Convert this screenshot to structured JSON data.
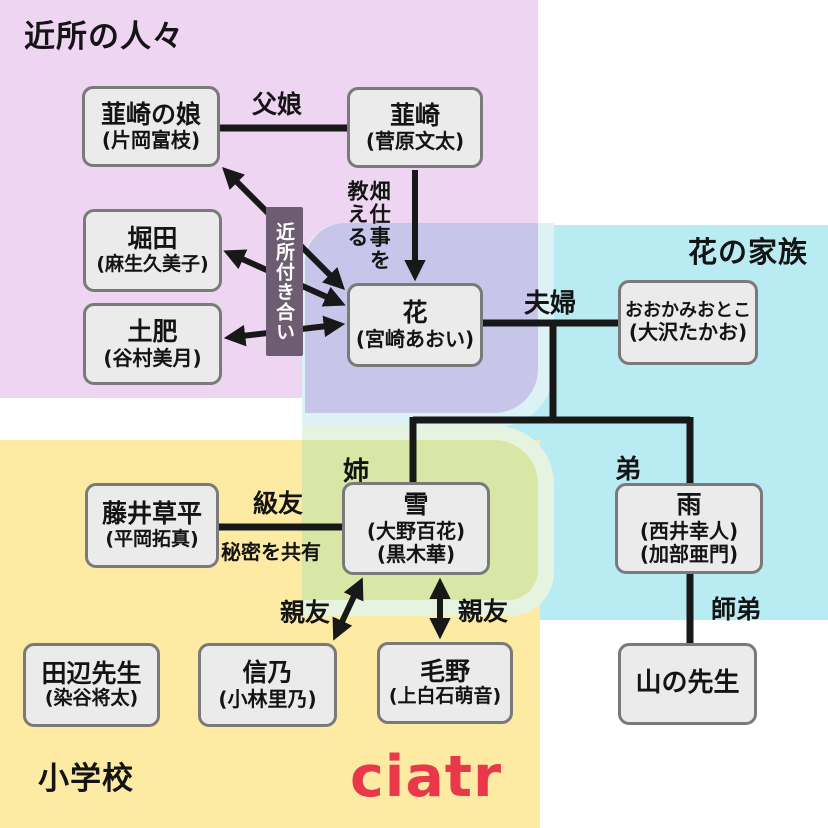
{
  "regions": {
    "neighbors": {
      "title": "近所の人々",
      "color": "#eed5f2"
    },
    "family": {
      "title": "花の家族",
      "color": "#b9ecf2"
    },
    "school": {
      "title": "小学校",
      "color": "#fdeba3"
    },
    "neighbors_family_overlap_color": "#c8c5eb",
    "school_family_overlap_color": "#d8e6a6"
  },
  "characters": {
    "nirasaki_daughter": {
      "name": "韮崎の娘",
      "actor": "(片岡富枝)"
    },
    "nirasaki": {
      "name": "韮崎",
      "actor": "(菅原文太)"
    },
    "hotta": {
      "name": "堀田",
      "actor": "(麻生久美子)"
    },
    "doi": {
      "name": "土肥",
      "actor": "(谷村美月)"
    },
    "hana": {
      "name": "花",
      "actor": "(宮崎あおい)"
    },
    "wolfman": {
      "name": "おおかみおとこ",
      "actor": "(大沢たかお)"
    },
    "yuki": {
      "name": "雪",
      "actor1": "(大野百花)",
      "actor2": "(黒木華)"
    },
    "ame": {
      "name": "雨",
      "actor1": "(西井幸人)",
      "actor2": "(加部亜門)"
    },
    "fujii": {
      "name": "藤井草平",
      "actor": "(平岡拓真)"
    },
    "tanabe": {
      "name": "田辺先生",
      "actor": "(染谷将太)"
    },
    "shino": {
      "name": "信乃",
      "actor": "(小林里乃)"
    },
    "keno": {
      "name": "毛野",
      "actor": "(上白石萌音)"
    },
    "yama_no_sensei": {
      "name": "山の先生"
    }
  },
  "relations": {
    "father_daughter": "父娘",
    "teaches_farming": "畑仕事を教える",
    "neighborhood": "近所付き合い",
    "couple": "夫婦",
    "older_sister": "姉",
    "younger_brother": "弟",
    "classmate": "級友",
    "shared_secret": "秘密を共有",
    "best_friend_shino": "親友",
    "best_friend_keno": "親友",
    "master_disciple": "師弟"
  },
  "logo": {
    "text": "ciatr",
    "color": "#e8384a"
  }
}
